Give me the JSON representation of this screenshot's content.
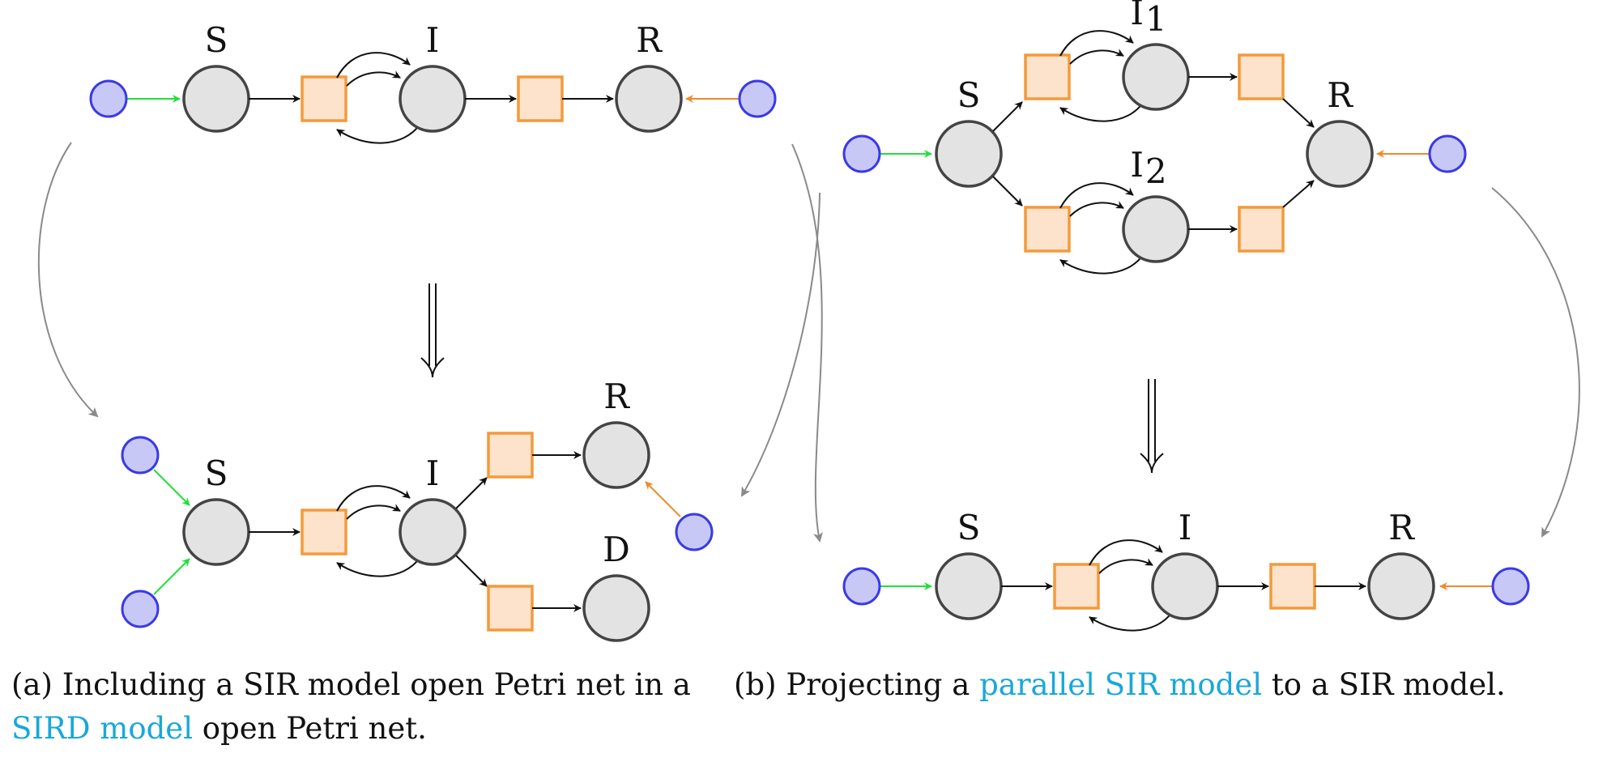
{
  "colors": {
    "place_fill": "#e3e3e3",
    "place_stroke": "#444444",
    "transition_fill": "#fde2cc",
    "transition_stroke": "#f39a3b",
    "boundary_fill": "#c8c8f6",
    "boundary_stroke": "#3a3ae6",
    "input_arrow": "#22e03a",
    "output_arrow": "#f08a2c",
    "morphism_arrow": "#8a8a8a",
    "link_text": "#1aa7d9"
  },
  "labels": {
    "a_top": {
      "s": "S",
      "i": "I",
      "r": "R"
    },
    "a_bottom": {
      "s": "S",
      "i": "I",
      "r": "R",
      "d": "D"
    },
    "b_top": {
      "s": "S",
      "i1": "I",
      "i1_sub": "1",
      "i2": "I",
      "i2_sub": "2",
      "r": "R"
    },
    "b_bottom": {
      "s": "S",
      "i": "I",
      "r": "R"
    },
    "implies": "⟹"
  },
  "captions": {
    "a": {
      "tag": "(a)",
      "text_before": "Including a SIR model open Petri net in a",
      "link": "SIRD model",
      "text_after": "open Petri net."
    },
    "b": {
      "tag": "(b)",
      "text_before": "Projecting a",
      "link": "parallel SIR model",
      "text_after": "to a SIR model."
    }
  }
}
